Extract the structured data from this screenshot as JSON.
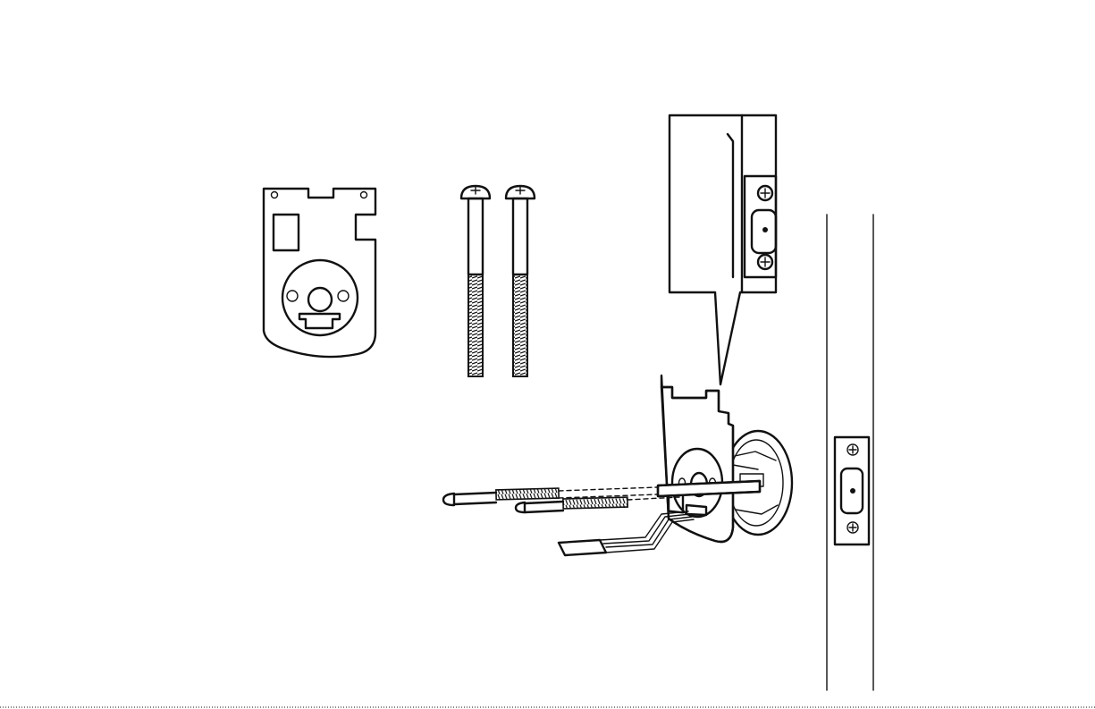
{
  "diagram": {
    "parts": [
      {
        "id": "mounting-plate",
        "label": ""
      },
      {
        "id": "bolt-screws",
        "label": "",
        "count": 2
      },
      {
        "id": "latch-plate-detail",
        "label": ""
      },
      {
        "id": "door-edge",
        "label": ""
      }
    ],
    "colors": {
      "ink": "#111111",
      "background": "#ffffff"
    },
    "icons": [
      "phillips-screw-icon"
    ]
  }
}
